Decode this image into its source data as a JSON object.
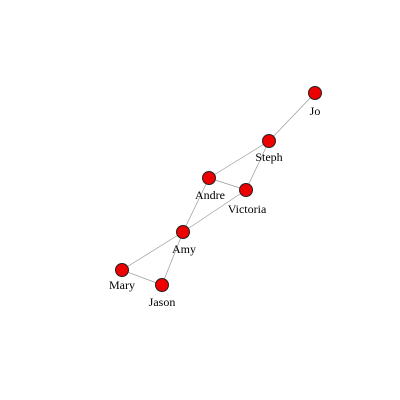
{
  "graph": {
    "node_color": "#ee0000",
    "edge_color": "#9a9a9a",
    "nodes": [
      {
        "id": "jo",
        "label": "Jo"
      },
      {
        "id": "steph",
        "label": "Steph"
      },
      {
        "id": "andre",
        "label": "Andre"
      },
      {
        "id": "victoria",
        "label": "Victoria"
      },
      {
        "id": "amy",
        "label": "Amy"
      },
      {
        "id": "mary",
        "label": "Mary"
      },
      {
        "id": "jason",
        "label": "Jason"
      }
    ],
    "edges": [
      [
        "jo",
        "steph"
      ],
      [
        "steph",
        "andre"
      ],
      [
        "steph",
        "victoria"
      ],
      [
        "andre",
        "victoria"
      ],
      [
        "andre",
        "amy"
      ],
      [
        "victoria",
        "amy"
      ],
      [
        "amy",
        "mary"
      ],
      [
        "amy",
        "jason"
      ],
      [
        "mary",
        "jason"
      ]
    ]
  }
}
